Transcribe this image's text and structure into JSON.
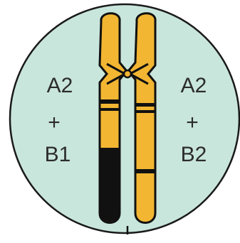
{
  "left_label": {
    "top": "A2",
    "plus": "+",
    "bottom": "B1"
  },
  "right_label": {
    "top": "A2",
    "plus": "+",
    "bottom": "B2"
  },
  "colors": {
    "circle_fill": "#c9e6dc",
    "circle_stroke": "#1a1a1a",
    "chromosome_fill": "#f2b632",
    "chromosome_stroke": "#111111",
    "band": "#111111",
    "text": "#2b2b2b"
  }
}
